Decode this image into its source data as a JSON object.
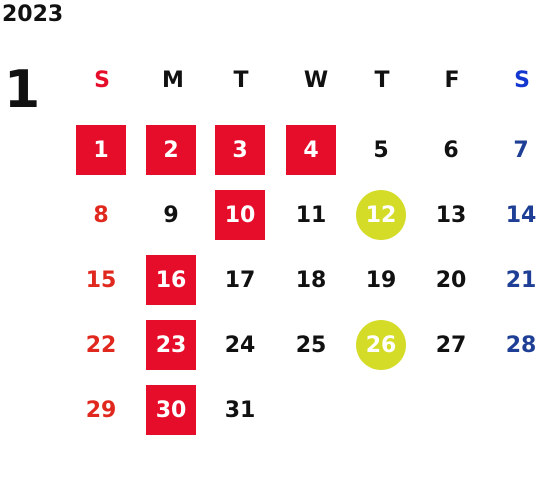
{
  "calendar": {
    "year": "2023",
    "month": "1",
    "weekdays": [
      "S",
      "M",
      "T",
      "W",
      "T",
      "F",
      "S"
    ],
    "weeks": [
      [
        "",
        "",
        "",
        "",
        "",
        "",
        ""
      ],
      [
        "1",
        "2",
        "3",
        "4",
        "5",
        "6",
        "7"
      ],
      [
        "8",
        "9",
        "10",
        "11",
        "12",
        "13",
        "14"
      ],
      [
        "15",
        "16",
        "17",
        "18",
        "19",
        "20",
        "21"
      ],
      [
        "22",
        "23",
        "24",
        "25",
        "26",
        "27",
        "28"
      ],
      [
        "29",
        "30",
        "31",
        "",
        "",
        "",
        ""
      ]
    ],
    "holidays": [
      "1",
      "2",
      "3",
      "4",
      "10",
      "16",
      "23",
      "30"
    ],
    "circled_days": [
      "12",
      "26"
    ],
    "colors": {
      "holiday_bg": "#e60d2a",
      "circle_bg": "#d4dc28",
      "sunday": "#e0281e",
      "saturday": "#1e3f95",
      "sunday_header": "#e60d2a",
      "saturday_header": "#1437d0"
    }
  }
}
